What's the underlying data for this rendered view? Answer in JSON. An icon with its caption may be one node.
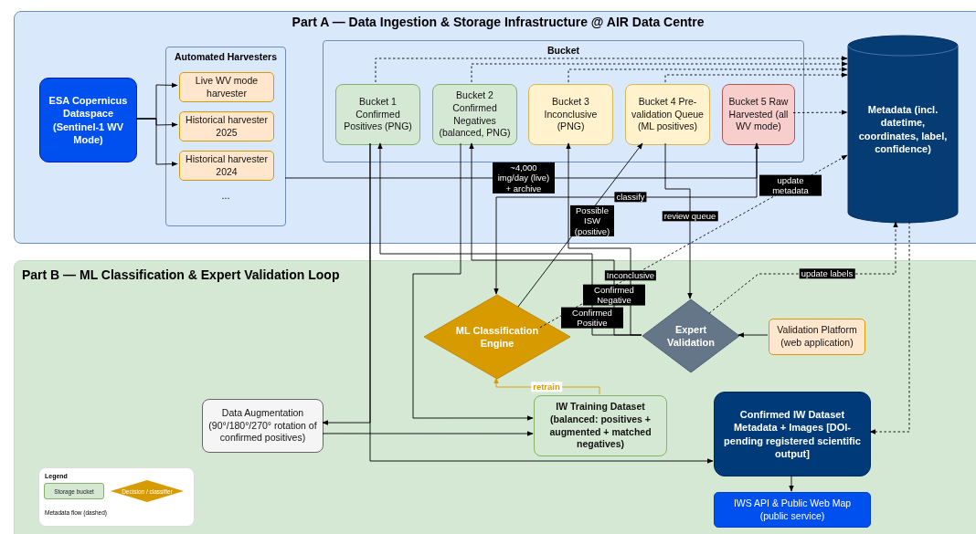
{
  "diagram": {
    "nodes": [
      {
        "text": [
          "Part A — Data Ingestion & Storage Infrastructure @ AIR Data Centre"
        ]
      },
      {
        "text": [
          "ESA Copernicus Dataspace (Sentinel-1 WV Mode)"
        ],
        "in": 0
      },
      {
        "text": [
          "Automated Harvesters",
          "..."
        ],
        "in": 0
      },
      {
        "text": [
          "Live WV mode harvester"
        ],
        "in": 2
      },
      {
        "text": [
          "Historical harvester 2025"
        ],
        "in": 2
      },
      {
        "text": [
          "Historical harvester 2024"
        ],
        "in": 2
      },
      {
        "text": [
          "Bucket"
        ],
        "in": 0
      },
      {
        "text": [
          "Bucket 1 Confirmed Positives (PNG)"
        ],
        "in": 6
      },
      {
        "text": [
          "Bucket 2 Confirmed Negatives (balanced, PNG)"
        ],
        "in": 6
      },
      {
        "text": [
          "Bucket 3 Inconclusive (PNG)"
        ],
        "in": 6
      },
      {
        "text": [
          "Bucket 4 Pre-validation Queue (ML positives)"
        ],
        "in": 6
      },
      {
        "text": [
          "Bucket 5 Raw Harvested (all WV mode)"
        ],
        "in": 6
      },
      {
        "text": [
          "Metadata (incl. datetime, coordinates, label, confidence)"
        ],
        "in": 0
      },
      {
        "text": [
          "Part B — ML Classification & Expert Validation Loop"
        ]
      },
      {
        "text": [
          "ML Classification Engine"
        ],
        "in": 13
      },
      {
        "text": [
          "Expert Validation"
        ],
        "in": 13
      },
      {
        "text": [
          "Validation Platform (web application)"
        ],
        "in": 13
      },
      {
        "text": [
          "Data Augmentation (90°/180°/270° rotation of confirmed positives)"
        ],
        "in": 13
      },
      {
        "text": [
          "IW Training Dataset (balanced: positives + augmented + matched negatives)"
        ],
        "in": 13
      },
      {
        "text": [
          "Confirmed IW Dataset Metadata + Images [DOI-pending registered scientific output]"
        ],
        "in": 13
      },
      {
        "text": [
          "IWS API & Public Web Map (public service)"
        ],
        "in": 13
      }
    ],
    "edges": [
      {
        "from": 1,
        "to": 3,
        "arrow": "to"
      },
      {
        "from": 1,
        "to": 4,
        "arrow": "to"
      },
      {
        "from": 1,
        "to": 5,
        "arrow": "to"
      },
      {
        "from": 2,
        "to": 11,
        "arrow": "to",
        "label": "~4,000 img/day (live) + archive"
      },
      {
        "from": 11,
        "to": 14,
        "arrow": "to",
        "label": "classify"
      },
      {
        "from": 14,
        "to": 10,
        "arrow": "to",
        "label": "Possible ISW (positive)"
      },
      {
        "from": 10,
        "to": 15,
        "arrow": "to",
        "label": "review queue"
      },
      {
        "from": 15,
        "to": 9,
        "arrow": "to",
        "label": "Inconclusive"
      },
      {
        "from": 15,
        "to": 8,
        "arrow": "to",
        "label": "Confirmed Negative"
      },
      {
        "from": 15,
        "to": 7,
        "arrow": "to",
        "label": "Confirmed Positive"
      },
      {
        "from": 8,
        "to": 18,
        "arrow": "to"
      },
      {
        "from": 7,
        "to": 17,
        "arrow": "to"
      },
      {
        "from": 17,
        "to": 18,
        "arrow": "to"
      },
      {
        "from": 7,
        "to": 19,
        "arrow": "to"
      },
      {
        "from": 18,
        "to": 14,
        "arrow": "to",
        "label": "retrain",
        "color": "#d79b00"
      },
      {
        "from": 16,
        "to": 15,
        "arrow": "to"
      },
      {
        "from": 19,
        "to": 20,
        "arrow": "to"
      },
      {
        "from": 12,
        "to": 19,
        "arrow": "to",
        "style": "dashed"
      },
      {
        "from": 15,
        "to": 12,
        "arrow": "to",
        "style": "dashed",
        "label": "update labels"
      },
      {
        "from": 14,
        "to": 12,
        "arrow": "to",
        "style": "dashed",
        "label": "update metadata"
      },
      {
        "from": 7,
        "to": 12,
        "arrow": "to",
        "style": "dashed"
      },
      {
        "from": 8,
        "to": 12,
        "arrow": "to",
        "style": "dashed"
      },
      {
        "from": 9,
        "to": 12,
        "arrow": "to",
        "style": "dashed"
      },
      {
        "from": 10,
        "to": 12,
        "arrow": "to",
        "style": "dashed"
      },
      {
        "from": 11,
        "to": 12,
        "arrow": "to",
        "style": "dashed"
      }
    ],
    "labels": [
      "Legend"
    ],
    "legend": [
      {
        "text": "Storage bucket",
        "color": "#d5e8d4"
      },
      {
        "text": "Decision / classifier",
        "color": "#d79b00"
      },
      {
        "text": "Metadata flow (dashed)"
      }
    ]
  }
}
